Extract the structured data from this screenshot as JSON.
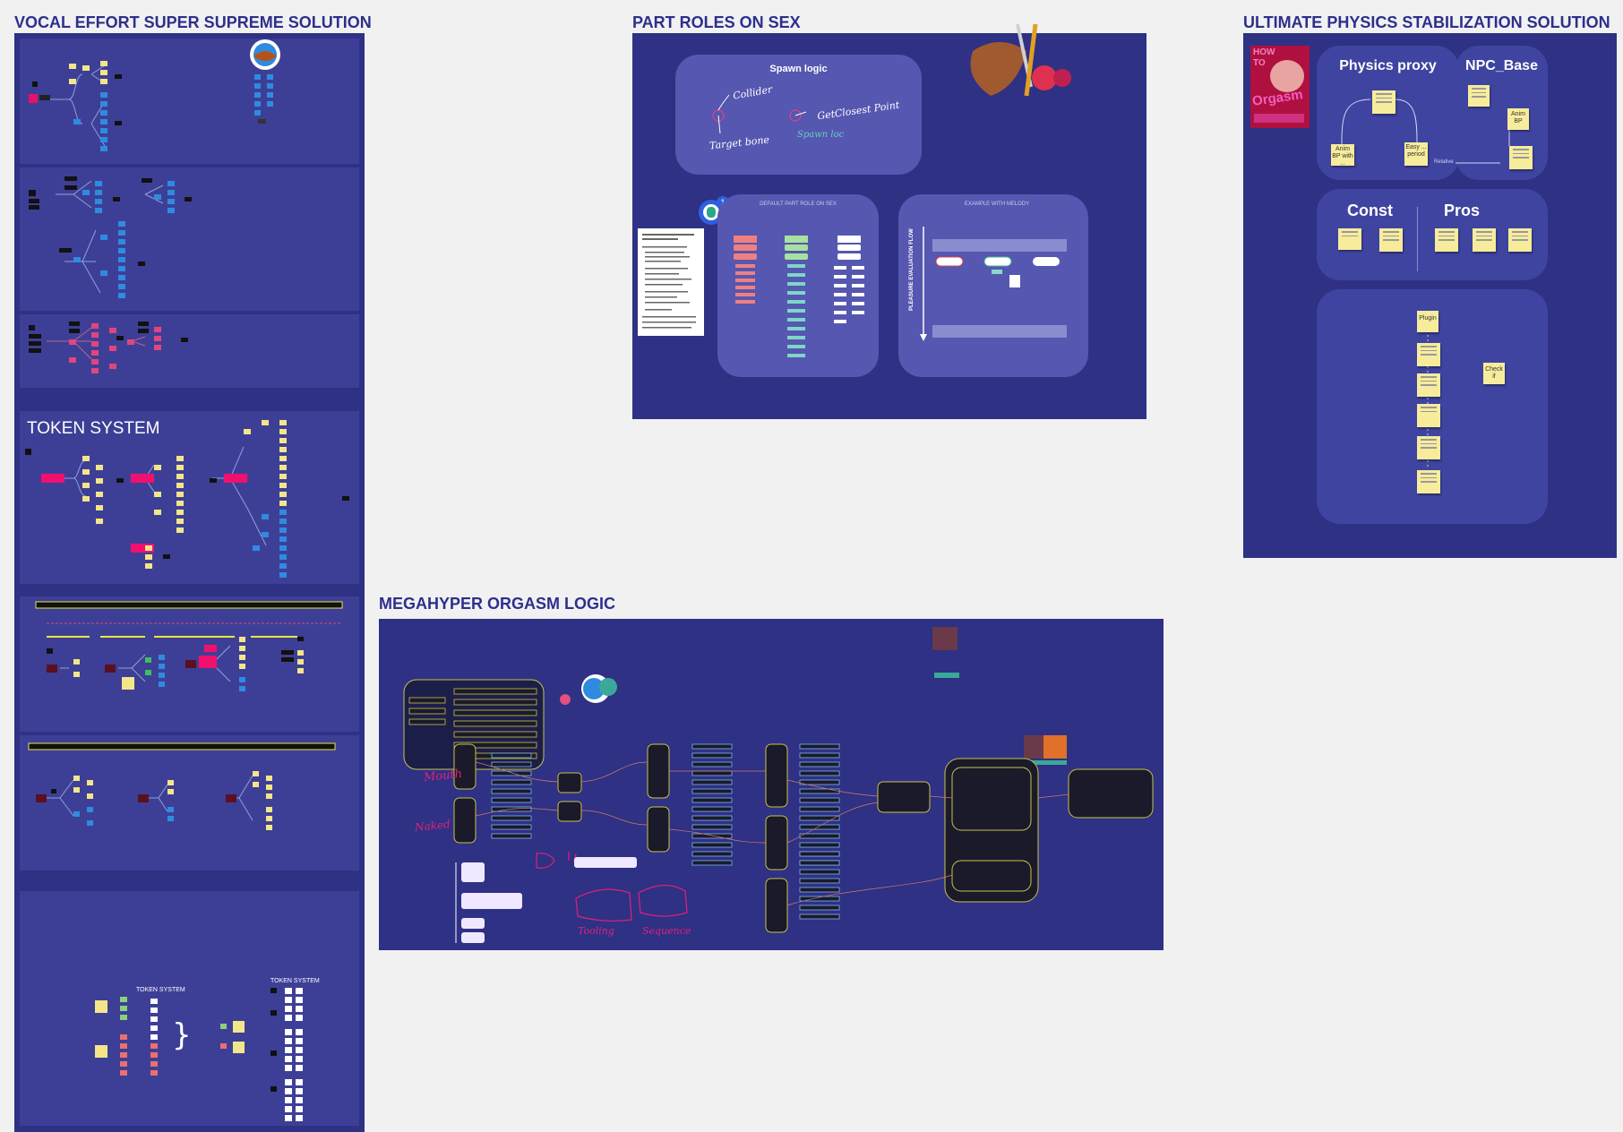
{
  "frames": {
    "vocal": {
      "title": "VOCAL EFFORT SUPER SUPREME SOLUTION",
      "token_heading": "TOKEN SYSTEM",
      "token_label_a": "TOKEN SYSTEM",
      "token_label_b": "TOKEN SYSTEM"
    },
    "part_roles": {
      "title": "PART ROLES ON SEX",
      "spawn_title": "Spawn logic",
      "hand_collider": "Collider",
      "hand_target_bone": "Target bone",
      "hand_closest": "GetClosest Point",
      "hand_spawn_loc": "Spawn loc",
      "default_role": "DEFAULT PART ROLE ON SEX",
      "example_with": "EXAMPLE WITH MELODY",
      "flow_label": "PLEASURE EVALUATION FLOW",
      "badge_count": "1"
    },
    "physics": {
      "title": "ULTIMATE PHYSICS STABILIZATION SOLUTION",
      "physics_proxy": "Physics proxy",
      "npc_base": "NPC_Base",
      "const": "Const",
      "pros": "Pros",
      "note_anim_bp_with": "Anim BP with ...",
      "note_easy": "Easy ... period",
      "note_anim_bp": "Anim BP",
      "note_plugin": "Plugin",
      "note_check": "Check if",
      "note_relative": "Relative",
      "book_line1": "HOW",
      "book_line2": "TO",
      "book_line3": "Orgasm"
    },
    "megahyper": {
      "title": "MEGAHYPER ORGASM LOGIC",
      "hand_mouth": "Mouth",
      "hand_sub": "Naked",
      "hand_tooling": "Tooling",
      "hand_sequence": "Sequence"
    }
  },
  "colors": {
    "frame": "#2e3184",
    "panel": "#3f44a0",
    "sticky": "#f7ec9c",
    "title": "#2d2f8c",
    "blue_node": "#2f8be0",
    "pink_node": "#e0467d",
    "dark_node": "#1a1a2a"
  }
}
